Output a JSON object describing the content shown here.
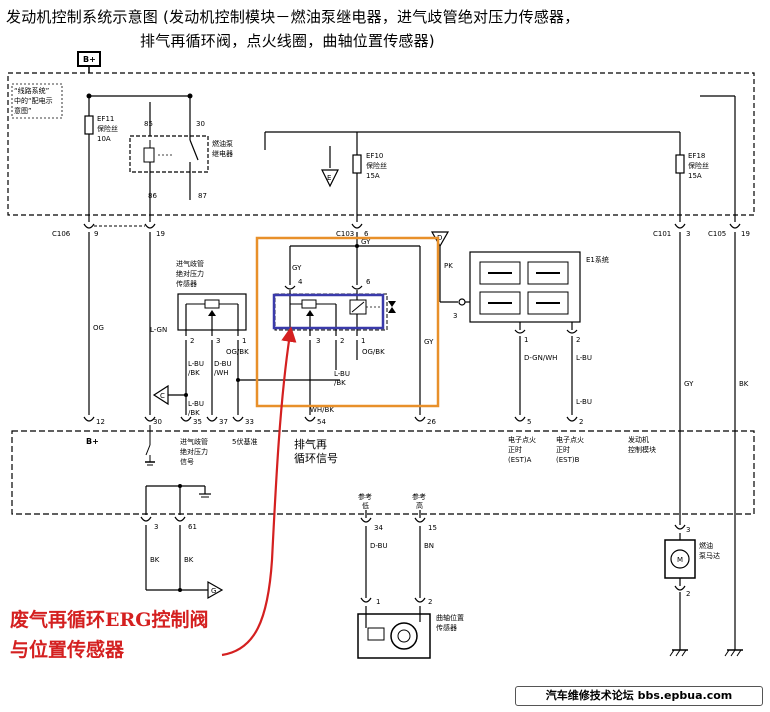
{
  "title_line1": "发动机控制系统示意图 (发动机控制模块－燃油泵继电器，进气歧管绝对压力传感器，",
  "title_line2": "排气再循环阀，点火线圈，曲轴位置传感器)",
  "bplus": "B+",
  "legend_note": [
    "“线路系统”",
    "中的“配电示",
    "意图”"
  ],
  "ef11": [
    "EF11",
    "保险丝",
    "10A"
  ],
  "relay": {
    "label": [
      "燃油泵",
      "继电器"
    ],
    "pins": [
      "85",
      "30",
      "86",
      "87"
    ]
  },
  "ground_e": "E",
  "ef10": [
    "EF10",
    "保险丝",
    "15A"
  ],
  "ef18": [
    "EF18",
    "保险丝",
    "15A"
  ],
  "connectors": {
    "c106_left": "C106",
    "c106_left_pin": "9",
    "pin19a": "19",
    "c103": "C103",
    "c103_pin": "6",
    "c101": "C101",
    "c101_pin": "3",
    "c105": "C105",
    "c105_pin": "19"
  },
  "map_sensor": {
    "label": [
      "进气歧管",
      "绝对压力",
      "传感器"
    ],
    "pins": [
      "2",
      "3",
      "1"
    ]
  },
  "egr": {
    "pins": [
      "4",
      "6",
      "3",
      "2",
      "1"
    ]
  },
  "ign_coil": {
    "label": "E1系统",
    "pins": [
      "3",
      "1",
      "2"
    ]
  },
  "wires": {
    "og": "OG",
    "lgn": "L-GN",
    "gy": "GY",
    "gy2": "GY",
    "gy3": "GY",
    "pk": "PK",
    "bk": "BK",
    "lbu_bk": [
      "L-BU",
      "/BK"
    ],
    "dbu_wh": [
      "D-BU",
      "/WH"
    ],
    "og_bk": "OG/BK",
    "lbu_bk2": [
      "L-BU",
      "/BK"
    ],
    "og_bk2": "OG/BK",
    "lbu_bk3": [
      "L-BU",
      "/BK"
    ],
    "wh_bk": "WH/BK",
    "dgnwh": "D-GN/WH",
    "lbu": "L-BU",
    "lbu2": "L-BU",
    "bk1": "BK",
    "bk2": "BK",
    "dbu": "D-BU",
    "bn": "BN"
  },
  "ground_c": "C",
  "ground_g": "G",
  "ecm": {
    "pins": [
      "12",
      "30",
      "35",
      "37",
      "33",
      "54",
      "26",
      "5",
      "2"
    ],
    "bplus": "B+",
    "map_signal": [
      "进气歧管",
      "绝对压力",
      "信号"
    ],
    "ref5v": "5伏基准",
    "egr_signal": [
      "排气再",
      "循环信号"
    ],
    "est_a": [
      "电子点火",
      "正时",
      "(EST)A"
    ],
    "est_b": [
      "电子点火",
      "正时",
      "(EST)B"
    ],
    "label": [
      "发动机",
      "控制模块"
    ]
  },
  "ecm_lower": {
    "pins": [
      "3",
      "61",
      "34",
      "15"
    ],
    "ref_low": [
      "参考",
      "低"
    ],
    "ref_high": [
      "参考",
      "高"
    ]
  },
  "ckp": {
    "label": [
      "曲轴位置",
      "传感器"
    ],
    "pins": [
      "1",
      "2"
    ]
  },
  "fuel_pump": {
    "pins": [
      "3",
      "2"
    ],
    "label": [
      "燃油",
      "泵马达"
    ],
    "motor": "M"
  },
  "annotation": [
    "废气再循环ERG控制阀",
    "与位置传感器"
  ],
  "footer": "汽车维修技术论坛 bbs.epbua.com",
  "colors": {
    "highlight_orange": "#e8902a",
    "highlight_blue": "#3a3aaa",
    "note_red": "#d42020"
  }
}
